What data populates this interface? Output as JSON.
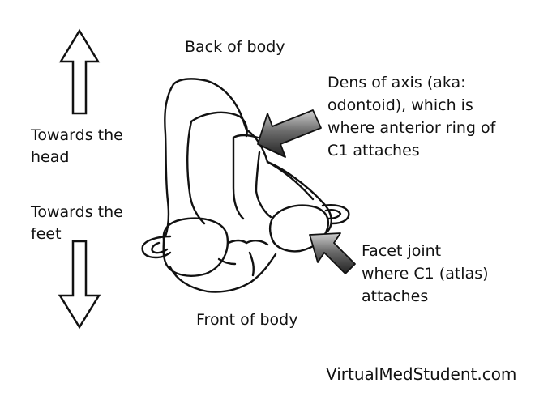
{
  "labels": {
    "back_of_body": "Back of body",
    "front_of_body": "Front of body",
    "towards_head": [
      "Towards the",
      "head"
    ],
    "towards_feet": [
      "Towards the",
      "feet"
    ],
    "dens_callout": [
      "Dens of axis (aka:",
      "odontoid), which is",
      "where anterior ring of",
      "C1 attaches"
    ],
    "facet_callout": [
      "Facet joint",
      "where C1 (atlas)",
      "attaches"
    ],
    "watermark": "VirtualMedStudent.com"
  },
  "colors": {
    "line": "#111111",
    "background": "#ffffff",
    "callout_arrow_dark": "#2b2b2b",
    "callout_arrow_light": "#bdbdbd"
  },
  "icons": {
    "up_arrow": "outline-arrow-up-icon",
    "down_arrow": "outline-arrow-down-icon",
    "callout_arrow": "shaded-3d-arrow-icon"
  }
}
